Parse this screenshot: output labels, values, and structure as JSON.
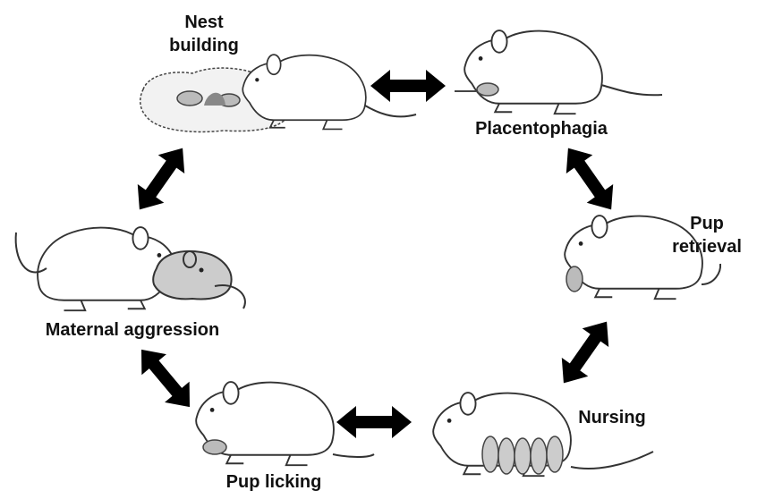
{
  "labels": {
    "nest_building": [
      "Nest",
      "building"
    ],
    "placentophagia": "Placentophagia",
    "pup_retrieval": [
      "Pup",
      "retrieval"
    ],
    "nursing": "Nursing",
    "pup_licking": "Pup licking",
    "maternal_aggression": "Maternal aggression"
  },
  "colors": {
    "arrow": "#000000",
    "mouse_fill": "#ffffff",
    "mouse_outline": "#333333",
    "intruder_fill": "#cccccc",
    "pup_fill": "#bbbbbb",
    "nest_fill": "#f2f2f2"
  }
}
